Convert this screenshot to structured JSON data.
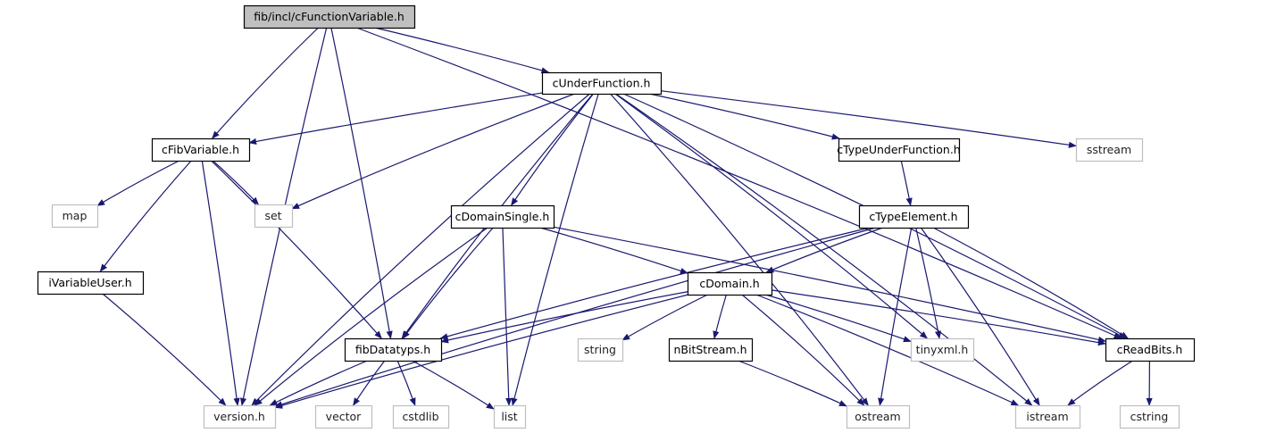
{
  "title": "fib/incl/cFunctionVariable.h",
  "edge_color": "#191970",
  "nodes": [
    {
      "id": "root",
      "label": "fib/incl/cFunctionVariable.h",
      "kind": "root"
    },
    {
      "id": "cUnderFunction",
      "label": "cUnderFunction.h",
      "kind": "internal"
    },
    {
      "id": "cFibVariable",
      "label": "cFibVariable.h",
      "kind": "internal"
    },
    {
      "id": "map",
      "label": "map",
      "kind": "external"
    },
    {
      "id": "set",
      "label": "set",
      "kind": "external"
    },
    {
      "id": "iVariableUser",
      "label": "iVariableUser.h",
      "kind": "internal"
    },
    {
      "id": "cDomainSingle",
      "label": "cDomainSingle.h",
      "kind": "internal"
    },
    {
      "id": "cTypeUnderFunction",
      "label": "cTypeUnderFunction.h",
      "kind": "internal"
    },
    {
      "id": "sstream",
      "label": "sstream",
      "kind": "external"
    },
    {
      "id": "cTypeElement",
      "label": "cTypeElement.h",
      "kind": "internal"
    },
    {
      "id": "cDomain",
      "label": "cDomain.h",
      "kind": "internal"
    },
    {
      "id": "fibDatatyps",
      "label": "fibDatatyps.h",
      "kind": "internal"
    },
    {
      "id": "string",
      "label": "string",
      "kind": "external"
    },
    {
      "id": "nBitStream",
      "label": "nBitStream.h",
      "kind": "internal"
    },
    {
      "id": "tinyxml",
      "label": "tinyxml.h",
      "kind": "external"
    },
    {
      "id": "cReadBits",
      "label": "cReadBits.h",
      "kind": "internal"
    },
    {
      "id": "version",
      "label": "version.h",
      "kind": "external"
    },
    {
      "id": "vector",
      "label": "vector",
      "kind": "external"
    },
    {
      "id": "cstdlib",
      "label": "cstdlib",
      "kind": "external"
    },
    {
      "id": "list",
      "label": "list",
      "kind": "external"
    },
    {
      "id": "ostream",
      "label": "ostream",
      "kind": "external"
    },
    {
      "id": "istream",
      "label": "istream",
      "kind": "external"
    },
    {
      "id": "cstring",
      "label": "cstring",
      "kind": "external"
    }
  ],
  "edges": [
    [
      "root",
      "cUnderFunction"
    ],
    [
      "root",
      "cFibVariable"
    ],
    [
      "root",
      "fibDatatyps"
    ],
    [
      "root",
      "version"
    ],
    [
      "root",
      "cReadBits"
    ],
    [
      "cUnderFunction",
      "cFibVariable"
    ],
    [
      "cUnderFunction",
      "set"
    ],
    [
      "cUnderFunction",
      "version"
    ],
    [
      "cUnderFunction",
      "fibDatatyps"
    ],
    [
      "cUnderFunction",
      "cDomainSingle"
    ],
    [
      "cUnderFunction",
      "list"
    ],
    [
      "cUnderFunction",
      "tinyxml"
    ],
    [
      "cUnderFunction",
      "cTypeUnderFunction"
    ],
    [
      "cUnderFunction",
      "sstream"
    ],
    [
      "cUnderFunction",
      "ostream"
    ],
    [
      "cUnderFunction",
      "cReadBits"
    ],
    [
      "cUnderFunction",
      "istream"
    ],
    [
      "cFibVariable",
      "map"
    ],
    [
      "cFibVariable",
      "set"
    ],
    [
      "cFibVariable",
      "iVariableUser"
    ],
    [
      "cFibVariable",
      "version"
    ],
    [
      "cFibVariable",
      "fibDatatyps"
    ],
    [
      "iVariableUser",
      "version"
    ],
    [
      "cDomainSingle",
      "version"
    ],
    [
      "cDomainSingle",
      "fibDatatyps"
    ],
    [
      "cDomainSingle",
      "list"
    ],
    [
      "cDomainSingle",
      "cDomain"
    ],
    [
      "cDomainSingle",
      "cReadBits"
    ],
    [
      "cTypeUnderFunction",
      "cTypeElement"
    ],
    [
      "cTypeElement",
      "version"
    ],
    [
      "cTypeElement",
      "fibDatatyps"
    ],
    [
      "cTypeElement",
      "cDomain"
    ],
    [
      "cTypeElement",
      "tinyxml"
    ],
    [
      "cTypeElement",
      "ostream"
    ],
    [
      "cTypeElement",
      "istream"
    ],
    [
      "cTypeElement",
      "cReadBits"
    ],
    [
      "cDomain",
      "fibDatatyps"
    ],
    [
      "cDomain",
      "version"
    ],
    [
      "cDomain",
      "string"
    ],
    [
      "cDomain",
      "nBitStream"
    ],
    [
      "cDomain",
      "tinyxml"
    ],
    [
      "cDomain",
      "ostream"
    ],
    [
      "cDomain",
      "istream"
    ],
    [
      "cDomain",
      "cReadBits"
    ],
    [
      "fibDatatyps",
      "version"
    ],
    [
      "fibDatatyps",
      "vector"
    ],
    [
      "fibDatatyps",
      "cstdlib"
    ],
    [
      "fibDatatyps",
      "list"
    ],
    [
      "nBitStream",
      "ostream"
    ],
    [
      "cReadBits",
      "istream"
    ],
    [
      "cReadBits",
      "cstring"
    ]
  ]
}
